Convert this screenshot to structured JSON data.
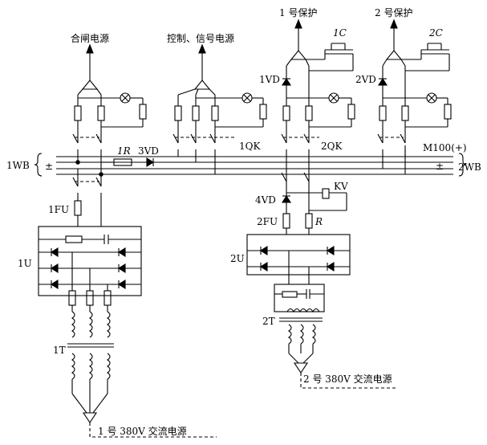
{
  "labels": {
    "closing_power": "合闸电源",
    "control_signal_power": "控制、信号电源",
    "protection_1": "1 号保护",
    "protection_2": "2 号保护",
    "cap_1c": "1C",
    "cap_2c": "2C",
    "diode_1vd": "1VD",
    "diode_2vd": "2VD",
    "diode_3vd": "3VD",
    "diode_4vd": "4VD",
    "resistor_1r": "1R",
    "switch_1qk": "1QK",
    "switch_2qk": "2QK",
    "bus_m100": "M100(+)",
    "bus_1wb": "1WB",
    "bus_2wb": "2WB",
    "plus_minus": "±",
    "fuse_1fu": "1FU",
    "fuse_2fu": "2FU",
    "relay_kv": "KV",
    "resistor_r": "R",
    "rectifier_1u": "1U",
    "rectifier_2u": "2U",
    "transformer_1t": "1T",
    "transformer_2t": "2T",
    "source_1": "1 号 380V 交流电源",
    "source_2": "2 号 380V 交流电源"
  }
}
